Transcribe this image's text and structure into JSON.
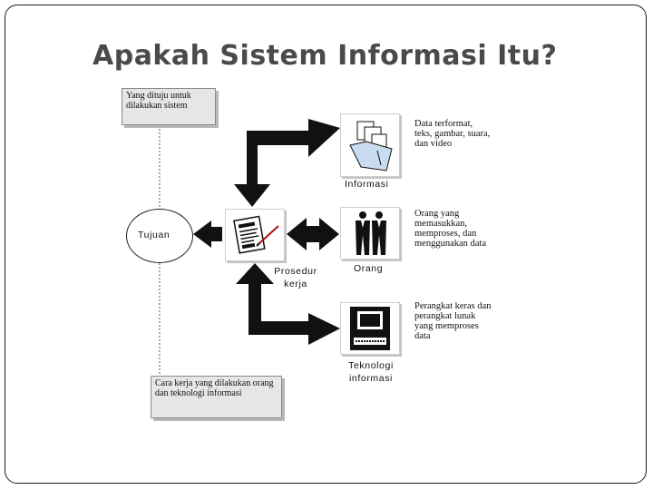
{
  "slide": {
    "title": "Apakah Sistem Informasi Itu?"
  },
  "diagram": {
    "note_top": "Yang dituju untuk dilakukan sistem",
    "note_bottom": "Cara kerja yang dilakukan orang dan teknologi informasi",
    "tujuan": "Tujuan",
    "prosedur_line1": "Prosedur",
    "prosedur_line2": "kerja",
    "informasi": {
      "label": "Informasi",
      "desc": "Data terformat, teks, gambar, suara, dan video"
    },
    "orang": {
      "label": "Orang",
      "desc": "Orang yang memasukkan, memproses, dan menggunakan data"
    },
    "teknologi": {
      "label_line1": "Teknologi",
      "label_line2": "informasi",
      "desc": "Perangkat keras dan perangkat lunak yang memproses data"
    }
  },
  "colors": {
    "arrow": "#111111",
    "title": "#4a4a4a",
    "note_bg": "#e6e6e6",
    "folder": "#c9dcef"
  },
  "icons": [
    "folder-documents-icon",
    "people-icon",
    "computer-icon",
    "document-pen-icon"
  ]
}
